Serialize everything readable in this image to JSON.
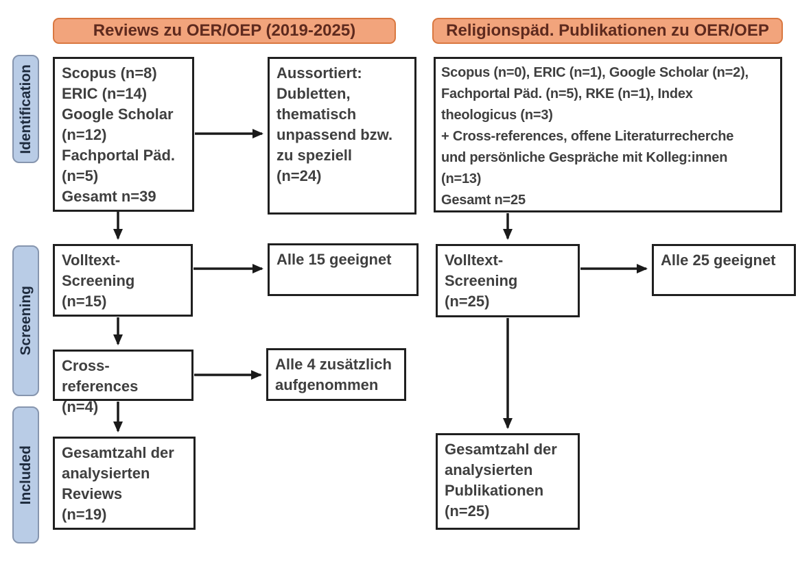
{
  "figure": {
    "left_column": {
      "header": "Reviews zu OER/OEP (2019-2025)",
      "identification_box": "Scopus (n=8)\nERIC (n=14)\nGoogle Scholar\n(n=12)\nFachportal Päd.\n(n=5)\nGesamt n=39",
      "excluded_box": "Aussortiert:\nDubletten,\nthematisch\nunpassend bzw.\nzu speziell\n(n=24)",
      "screening_box": "Volltext-\nScreening\n(n=15)",
      "screening_result_box": "Alle 15 geeignet",
      "crossref_box": "Cross-references\n(n=4)",
      "crossref_result_box": "Alle 4 zusätzlich\naufgenommen",
      "included_box": "Gesamtzahl der\nanalysierten\nReviews\n(n=19)"
    },
    "right_column": {
      "header": "Religionspäd. Publikationen zu OER/OEP",
      "identification_box": "Scopus (n=0), ERIC (n=1), Google Scholar (n=2),\nFachportal Päd. (n=5), RKE (n=1), Index\ntheologicus (n=3)\n+ Cross-references, offene Literaturrecherche\nund persönliche Gespräche mit Kolleg:innen\n(n=13)\nGesamt n=25",
      "screening_box": "Volltext-\nScreening\n(n=25)",
      "screening_result_box": "Alle 25 geeignet",
      "included_box": "Gesamtzahl der\nanalysierten\nPublikationen\n(n=25)"
    },
    "stage_labels": [
      "Identification",
      "Screening",
      "Included"
    ],
    "colors": {
      "header_fill": "#f2a47c",
      "header_border": "#d9773f",
      "header_text": "#5e2a1e",
      "stage_fill": "#b9cce6",
      "stage_border": "#8695ae",
      "stage_text": "#1e2b3e",
      "box_border": "#1f1f1f",
      "box_text": "#3f3f3f",
      "arrow": "#1a1a1a"
    }
  }
}
